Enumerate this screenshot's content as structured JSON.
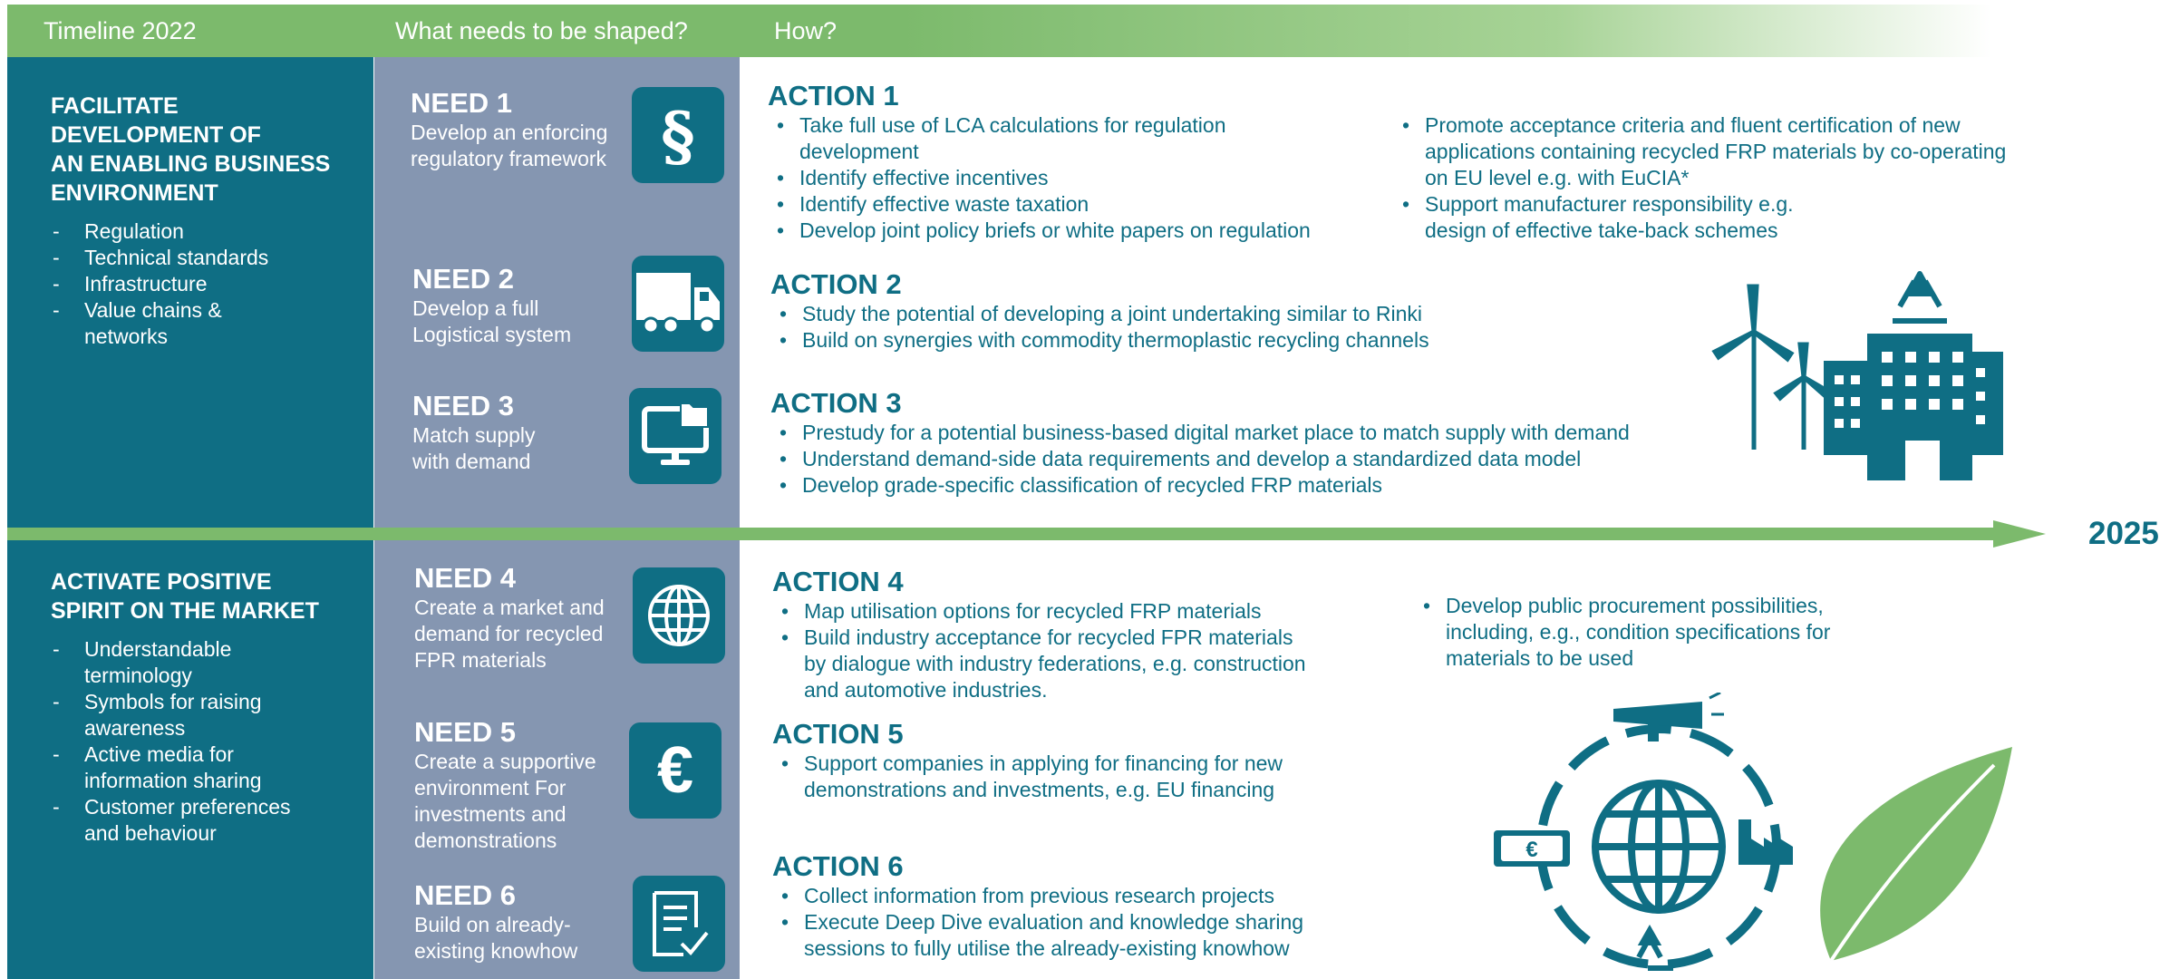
{
  "header": {
    "col1": "Timeline 2022",
    "col2": "What needs to be shaped?",
    "col3": "How?"
  },
  "left": {
    "section1": {
      "title": [
        "FACILITATE",
        "DEVELOPMENT OF",
        "AN ENABLING BUSINESS",
        "ENVIRONMENT"
      ],
      "items": [
        "Regulation",
        "Technical standards",
        "Infrastructure",
        "Value chains & networks"
      ]
    },
    "section2": {
      "title": [
        "ACTIVATE POSITIVE",
        "SPIRIT ON THE MARKET"
      ],
      "items": [
        "Understandable terminology",
        "Symbols for raising awareness",
        "Active media for information sharing",
        "Customer preferences and behaviour"
      ]
    }
  },
  "needs": [
    {
      "title": "NEED 1",
      "desc": [
        "Develop an enforcing",
        "regulatory framework"
      ],
      "icon": "paragraph-icon"
    },
    {
      "title": "NEED 2",
      "desc": [
        "Develop a full",
        "Logistical system"
      ],
      "icon": "truck-icon"
    },
    {
      "title": "NEED 3",
      "desc": [
        "Match supply",
        "with demand"
      ],
      "icon": "computer-folder-icon"
    },
    {
      "title": "NEED 4",
      "desc": [
        "Create a market and",
        "demand for recycled",
        "FPR materials"
      ],
      "icon": "globe-icon"
    },
    {
      "title": "NEED 5",
      "desc": [
        "Create a supportive",
        "environment For",
        "investments and",
        "demonstrations"
      ],
      "icon": "euro-icon"
    },
    {
      "title": "NEED 6",
      "desc": [
        "Build on already-",
        "existing knowhow"
      ],
      "icon": "checklist-icon"
    }
  ],
  "actions": [
    {
      "title": "ACTION 1",
      "items": [
        "Take full use of LCA calculations for regulation development",
        "Identify effective incentives",
        "Identify effective waste taxation",
        "Develop joint policy briefs  or white papers on regulation"
      ],
      "items2": [
        "Promote acceptance criteria and fluent certification of new applications containing recycled FRP materials by  co-operating on EU level e.g. with EuCIA*",
        "Support manufacturer responsibility e.g. design of effective take-back schemes"
      ]
    },
    {
      "title": "ACTION 2",
      "items": [
        "Study the potential of developing a joint undertaking similar to Rinki",
        "Build on synergies with commodity thermoplastic recycling channels"
      ]
    },
    {
      "title": "ACTION 3",
      "items": [
        "Prestudy for a potential business-based  digital market place to match supply with demand",
        "Understand demand-side data requirements  and develop a standardized data model",
        "Develop grade-specific classification of  recycled FRP materials"
      ]
    },
    {
      "title": "ACTION 4",
      "items": [
        "Map utilisation options for recycled FRP materials",
        "Build industry acceptance for recycled FPR materials by dialogue with industry federations, e.g. construction and automotive industries."
      ],
      "items2": [
        "Develop public procurement possibilities, including, e.g., condition specifications for materials to be used"
      ]
    },
    {
      "title": "ACTION 5",
      "items": [
        "Support companies in applying for financing for new demonstrations and investments, e.g. EU financing"
      ]
    },
    {
      "title": "ACTION 6",
      "items": [
        "Collect information from previous research projects",
        "Execute Deep Dive evaluation and knowledge sharing sessions to fully utilise the already-existing knowhow"
      ]
    }
  ],
  "timeline": {
    "end_year": "2025"
  },
  "illustrations": [
    "recycle-icon",
    "wind-turbine-icon",
    "building-icon",
    "megaphone-icon",
    "factory-icon",
    "banknote-euro-icon",
    "leaf-icon"
  ],
  "colors": {
    "teal": "#0f6e84",
    "green": "#7cba6c",
    "slate": "#8596b1",
    "light-green": "#a7d396"
  }
}
